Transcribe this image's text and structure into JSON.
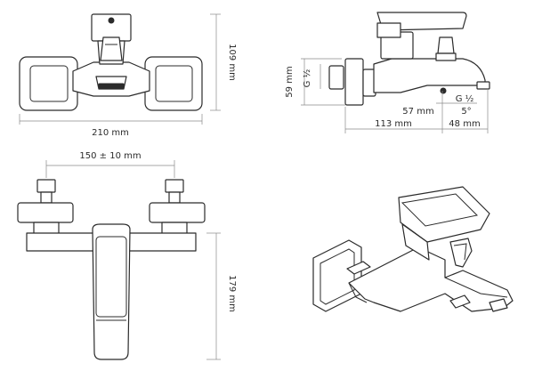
{
  "dimensions": {
    "front_width": "210 mm",
    "front_height": "109 mm",
    "side_height": "59 mm",
    "side_thread_left": "G ½",
    "side_spout_reach": "57 mm",
    "side_thread_right": "G ½",
    "side_angle": "5°",
    "side_length": "113 mm",
    "side_spout_end": "48 mm",
    "top_spacing": "150 ± 10 mm",
    "top_length": "179 mm"
  },
  "colors": {
    "line": "#2b2b2b",
    "dimension_line": "#8a8a8a",
    "background": "#ffffff"
  }
}
